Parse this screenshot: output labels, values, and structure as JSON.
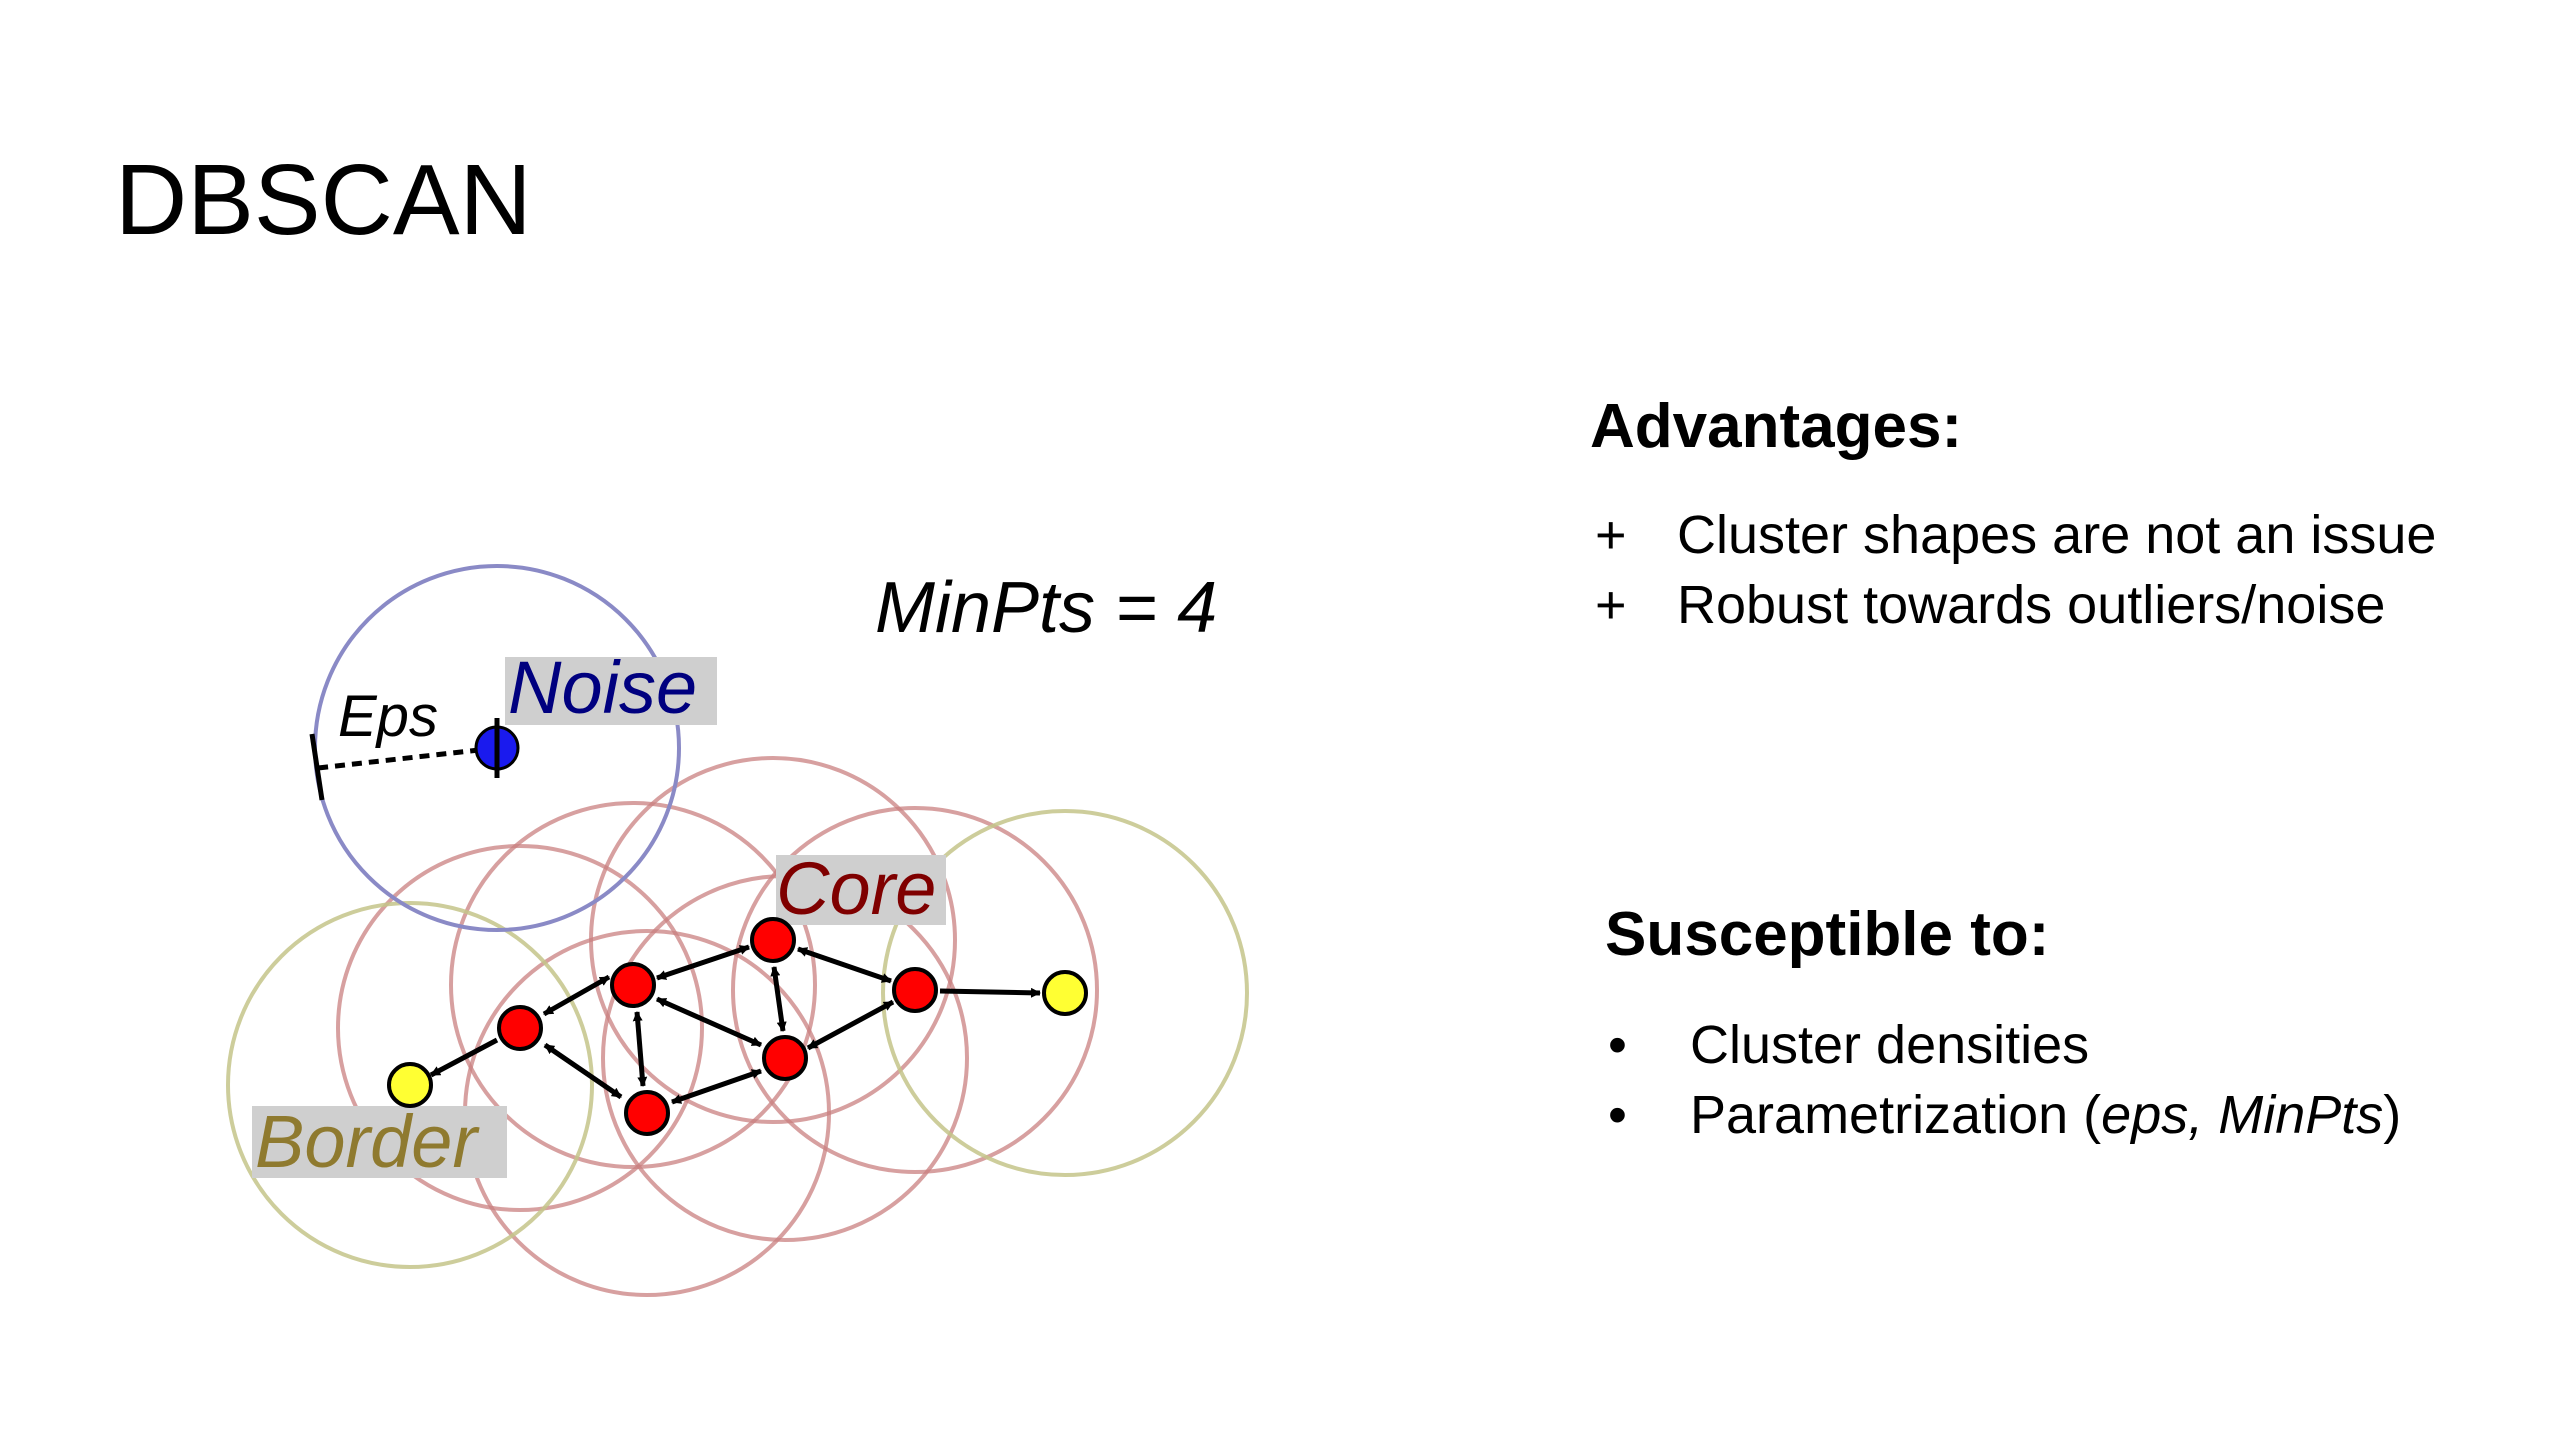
{
  "title": "DBSCAN",
  "diagram": {
    "minpts_label": "MinPts = 4",
    "eps_label": "Eps",
    "noise_label": "Noise",
    "core_label": "Core",
    "border_label": "Border",
    "colors": {
      "noise_circle": "#8a8ac6",
      "noise_point": "#1a1aee",
      "core_circle": "#c98080",
      "core_point": "#ff0000",
      "border_circle": "#c4c48a",
      "border_point": "#ffff33",
      "label_background": "#cfcfcf",
      "noise_text": "#00007f",
      "core_text": "#7f0000",
      "border_text": "#8f7a2f"
    }
  },
  "advantages": {
    "heading": "Advantages:",
    "items": [
      {
        "marker": "+",
        "text": "Cluster shapes are not an issue"
      },
      {
        "marker": "+",
        "text": "Robust towards outliers/noise"
      }
    ]
  },
  "susceptible": {
    "heading": "Susceptible to:",
    "items": [
      {
        "marker": "•",
        "parts": [
          {
            "text": "Cluster densities",
            "italic": false
          }
        ]
      },
      {
        "marker": "•",
        "parts": [
          {
            "text": "Parametrization (",
            "italic": false
          },
          {
            "text": "eps, MinPts",
            "italic": true
          },
          {
            "text": ")",
            "italic": false
          }
        ]
      }
    ]
  }
}
